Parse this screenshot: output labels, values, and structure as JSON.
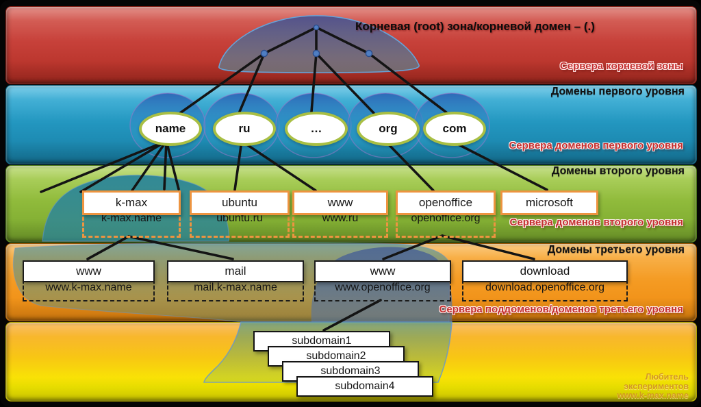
{
  "root": {
    "title": "Корневая (root) зона/корневой домен – (.)",
    "server_label": "Сервера корневой зоны"
  },
  "tld": {
    "level_label": "Домены первого уровня",
    "server_label": "Сервера доменов первого уровня",
    "nodes": [
      "name",
      "ru",
      "…",
      "org",
      "com"
    ]
  },
  "second": {
    "level_label": "Домены второго уровня",
    "server_label": "Сервера доменов второго уровня",
    "boxes": [
      {
        "label": "k-max",
        "zone": "k-max.name"
      },
      {
        "label": "ubuntu",
        "zone": "ubuntu.ru"
      },
      {
        "label": "www",
        "zone": "www.ru"
      },
      {
        "label": "openoffice",
        "zone": "openoffice.org"
      },
      {
        "label": "microsoft",
        "zone": ""
      }
    ]
  },
  "third": {
    "level_label": "Домены третьего уровня",
    "server_label": "Сервера поддоменов/доменов третьего уровня",
    "boxes": [
      {
        "label": "www",
        "zone": "www.k-max.name"
      },
      {
        "label": "mail",
        "zone": "mail.k-max.name"
      },
      {
        "label": "www",
        "zone": "www.openoffice.org"
      },
      {
        "label": "download",
        "zone": "download.openoffice.org"
      }
    ]
  },
  "fourth": {
    "boxes": [
      "subdomain1",
      "subdomain2",
      "subdomain3",
      "subdomain4"
    ]
  },
  "watermark": {
    "line1": "Любитель",
    "line2": "экспериментов",
    "line3": "www.k-max.name"
  },
  "colors": {
    "band_root": "#c7413a",
    "band_tld": "#2295be",
    "band_second": "#8eb93a",
    "band_third": "#f49a22",
    "band_fourth": "#f8e700",
    "box_border_orange": "#ed9440",
    "oval_ring_olive": "#a9bf44",
    "connector_black": "#141414",
    "server_label_red": "#c43131",
    "cloud_blue": "#44508f",
    "node_dot_blue": "#4f7ec2",
    "watermark_orange": "#d2961f"
  }
}
